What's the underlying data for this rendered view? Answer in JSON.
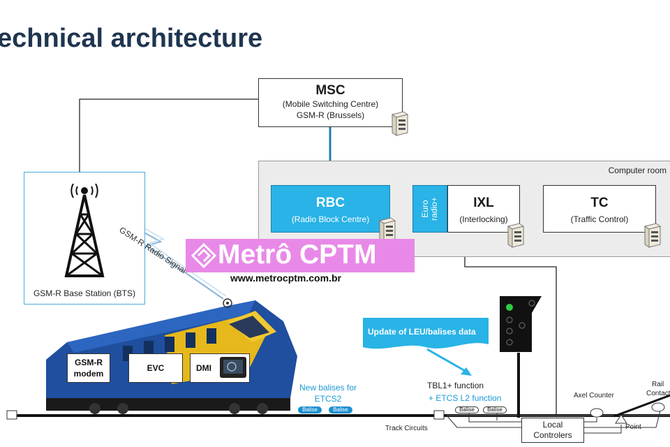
{
  "title": "echnical architecture",
  "msc": {
    "name": "MSC",
    "line1": "(Mobile Switching Centre)",
    "line2": "GSM-R (Brussels)"
  },
  "computer_room": {
    "label": "Computer room"
  },
  "rbc": {
    "name": "RBC",
    "sub": "(Radio Block Centre)"
  },
  "euroradio": {
    "label": "Euro radio+"
  },
  "ixl": {
    "name": "IXL",
    "sub": "(Interlocking)"
  },
  "tc": {
    "name": "TC",
    "sub": "(Traffic Control)"
  },
  "bts": {
    "label": "GSM-R Base Station (BTS)"
  },
  "radio_signal": "GSM-R Radio Signal",
  "watermark": {
    "brand": "Metrô CPTM",
    "url": "www.metrocptm.com.br"
  },
  "train": {
    "gsmr_modem": "GSM-R modem",
    "evc": "EVC",
    "dmi": "DMI"
  },
  "new_balises": {
    "line1": "New balises for",
    "line2": "ETCS2"
  },
  "balise_label": "Balise",
  "leu_update": "Update of LEU/balises data",
  "tbl": {
    "line1": "TBL1+ function",
    "line2": "+ ETCS L2 function"
  },
  "track_circuits": "Track Circuits",
  "axel_counter": "Axel Counter",
  "rail_contact": {
    "line1": "Rail",
    "line2": "Contact"
  },
  "point": "Point",
  "local_controllers": {
    "line1": "Local",
    "line2": "Controlers"
  },
  "colors": {
    "accent_blue": "#29b3e6",
    "title": "#1f3550",
    "signal_green": "#2ecc40",
    "watermark": "#e889e8"
  }
}
